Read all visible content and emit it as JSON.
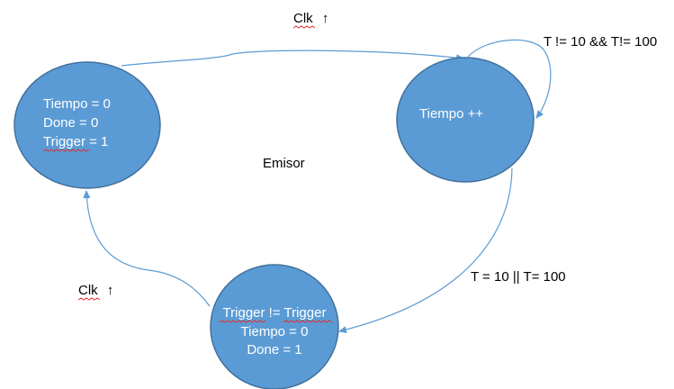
{
  "colors": {
    "state_fill": "#5B9BD5",
    "state_stroke": "#41719C",
    "edge": "#5B9BD5",
    "text_on_state": "#ffffff",
    "label_text": "#000000",
    "spellcheck_underline": "#e03030"
  },
  "states": {
    "init": {
      "lines": [
        "Tiempo = 0",
        "Done = 0",
        "Trigger = 1"
      ]
    },
    "count": {
      "lines": [
        "Tiempo ++"
      ]
    },
    "done": {
      "lines": [
        "Trigger != Trigger",
        "Tiempo = 0",
        "Done = 1"
      ]
    }
  },
  "center_label": "Emisor",
  "transitions": {
    "init_to_count": {
      "label": "Clk",
      "arrow": "↑"
    },
    "count_self": {
      "label": "T != 10 && T!= 100"
    },
    "count_to_done": {
      "label": "T = 10 || T= 100"
    },
    "done_to_init": {
      "label": "Clk",
      "arrow": "↑"
    }
  }
}
